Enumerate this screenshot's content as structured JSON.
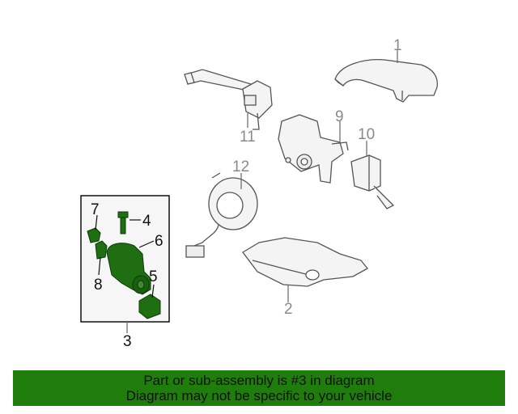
{
  "callouts": {
    "c1": "1",
    "c2": "2",
    "c3": "3",
    "c4": "4",
    "c5": "5",
    "c6": "6",
    "c7": "7",
    "c8": "8",
    "c9": "9",
    "c10": "10",
    "c11": "11",
    "c12": "12"
  },
  "banner": {
    "line1": "Part or sub-assembly is #3 in diagram",
    "line2": "Diagram may not be specific to your vehicle"
  },
  "colors": {
    "banner_bg": "#1e7d0b",
    "highlight_part": "#1f6e12",
    "line_art": "#555555",
    "callout_gray": "#8a8a8a"
  }
}
